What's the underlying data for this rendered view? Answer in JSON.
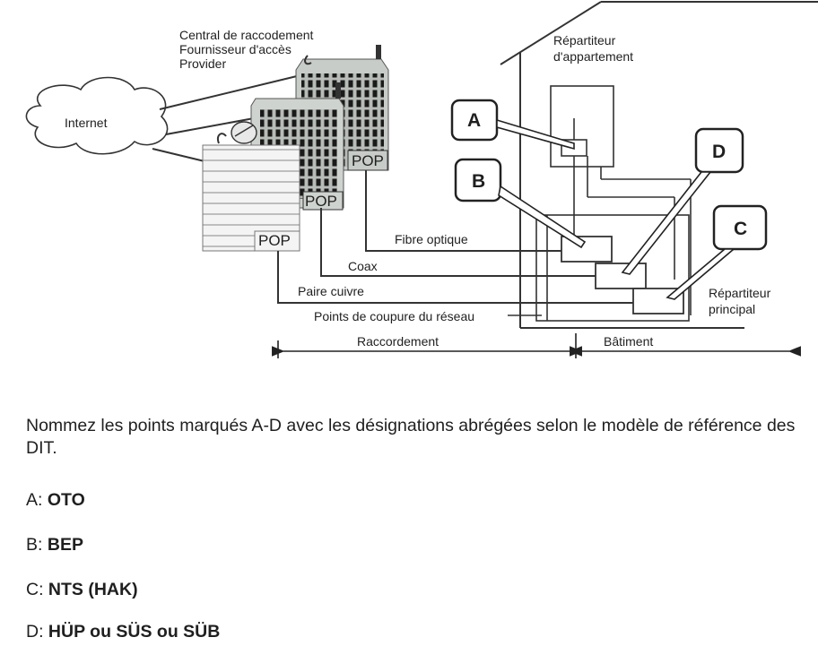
{
  "diagram": {
    "internet": "Internet",
    "provider_lines": [
      "Central de raccodement",
      "Fournisseur d'accès",
      "Provider"
    ],
    "pop": "POP",
    "apartment_distributor": [
      "Répartiteur",
      "d'appartement"
    ],
    "main_distributor": [
      "Répartiteur",
      "principal"
    ],
    "fibre": "Fibre optique",
    "coax": "Coax",
    "copper": "Paire cuivre",
    "cut_points": "Points de coupure du réseau",
    "connection": "Raccordement",
    "building": "Bâtiment",
    "callouts": [
      "A",
      "B",
      "C",
      "D"
    ]
  },
  "question": "Nommez les points marqués A-D avec les désignations abrégées selon le modèle de référence des DIT.",
  "answers": [
    {
      "letter": "A:",
      "value": "OTO"
    },
    {
      "letter": "B:",
      "value": "BEP"
    },
    {
      "letter": "C:",
      "value": "NTS (HAK)"
    },
    {
      "letter": "D:",
      "value": "HÜP ou SÜS ou SÜB"
    }
  ]
}
